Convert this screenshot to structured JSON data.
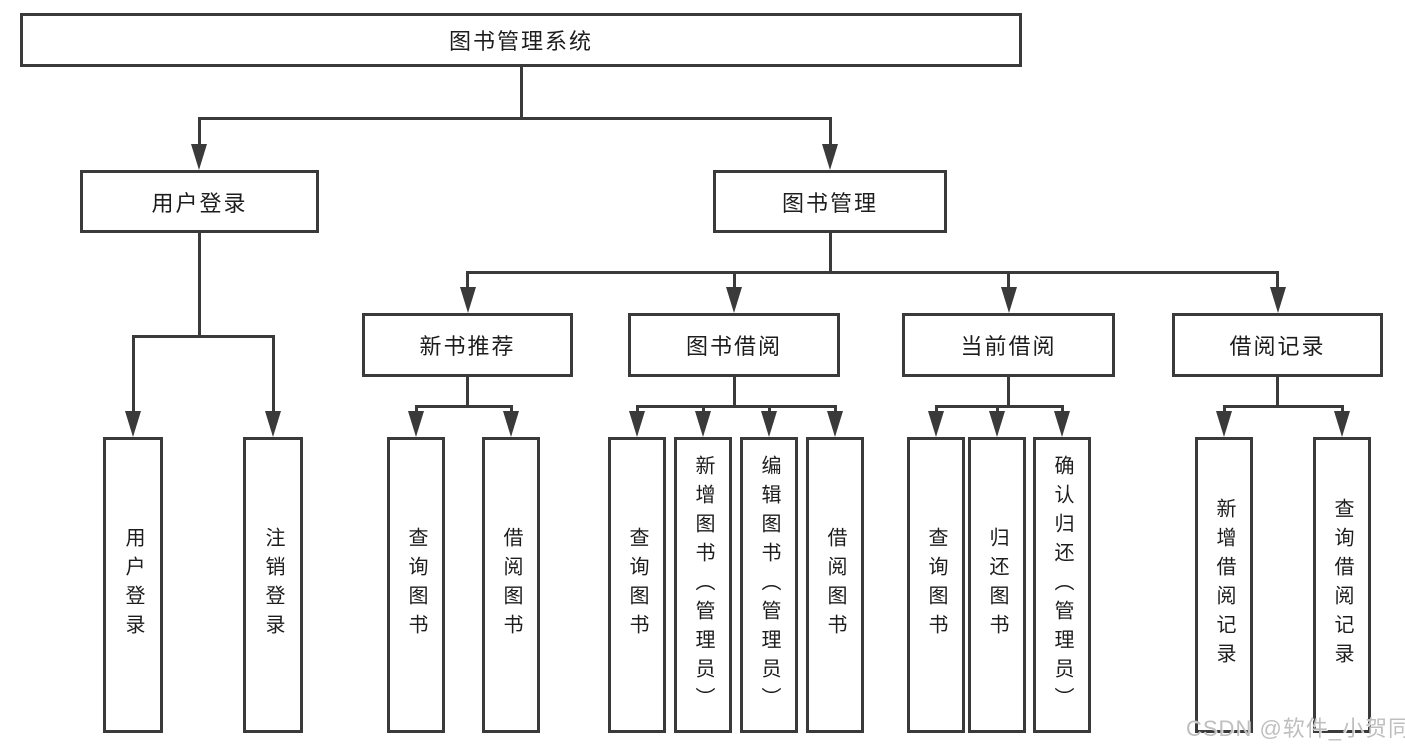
{
  "diagram": {
    "root": {
      "label": "图书管理系统"
    },
    "level1": [
      {
        "label": "用户登录"
      },
      {
        "label": "图书管理"
      }
    ],
    "level2": [
      {
        "label": "新书推荐"
      },
      {
        "label": "图书借阅"
      },
      {
        "label": "当前借阅"
      },
      {
        "label": "借阅记录"
      }
    ],
    "leaves": {
      "user_login": [
        {
          "label": "用户登录"
        },
        {
          "label": "注销登录"
        }
      ],
      "new_book_recommend": [
        {
          "label": "查询图书"
        },
        {
          "label": "借阅图书"
        }
      ],
      "book_borrow": [
        {
          "label": "查询图书"
        },
        {
          "label": "新增图书（管理员）"
        },
        {
          "label": "编辑图书（管理员）"
        },
        {
          "label": "借阅图书"
        }
      ],
      "current_borrow": [
        {
          "label": "查询图书"
        },
        {
          "label": "归还图书"
        },
        {
          "label": "确认归还（管理员）"
        }
      ],
      "borrow_records": [
        {
          "label": "新增借阅记录"
        },
        {
          "label": "查询借阅记录"
        }
      ]
    }
  },
  "watermark": {
    "text": "CSDN @软件_小贺同学",
    "color": "#bfbfbf"
  },
  "colors": {
    "line": "#3a3a3a",
    "box_border": "#3a3a3a",
    "text": "#1d1d1d",
    "background": "#ffffff"
  }
}
